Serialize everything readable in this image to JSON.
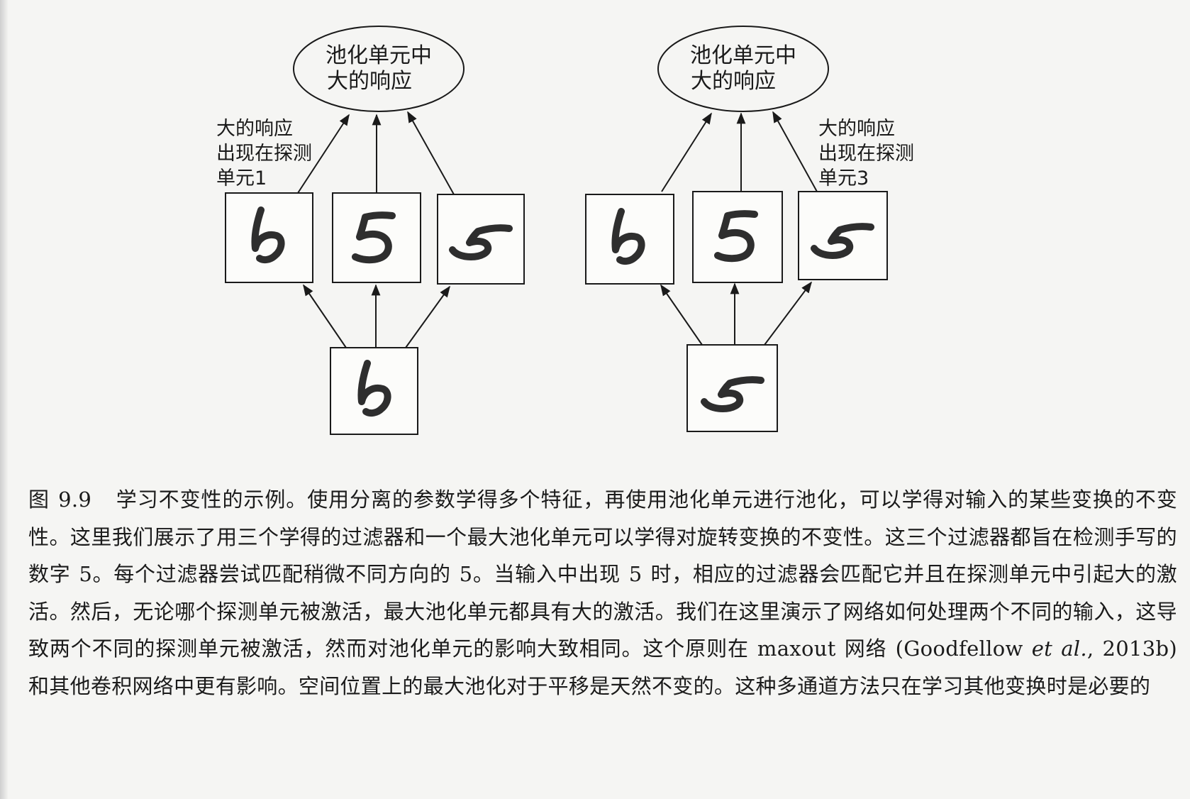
{
  "figure": {
    "left": {
      "pool_label_lines": [
        "池化单元中",
        "大的响应"
      ],
      "note_lines": [
        "大的响应",
        "出现在探测",
        "单元1"
      ]
    },
    "right": {
      "pool_label_lines": [
        "池化单元中",
        "大的响应"
      ],
      "note_lines": [
        "大的响应",
        "出现在探测",
        "单元3"
      ]
    }
  },
  "caption": {
    "fig_label": "图 9.9",
    "text_before_cite": "学习不变性的示例。使用分离的参数学得多个特征，再使用池化单元进行池化，可以学得对输入的某些变换的不变性。这里我们展示了用三个学得的过滤器和一个最大池化单元可以学得对旋转变换的不变性。这三个过滤器都旨在检测手写的数字 5。每个过滤器尝试匹配稍微不同方向的 5。当输入中出现 5 时，相应的过滤器会匹配它并且在探测单元中引起大的激活。然后，无论哪个探测单元被激活，最大池化单元都具有大的激活。我们在这里演示了网络如何处理两个不同的输入，这导致两个不同的探测单元被激活，然而对池化单元的影响大致相同。这个原则在 maxout 网络 (Goodfellow ",
    "cite_italic": "et al.",
    "text_after_cite": ", 2013b) 和其他卷积网络中更有影响。空间位置上的最大池化对于平移是天然不变的。这种多通道方法只在学习其他变换时是必要的"
  }
}
